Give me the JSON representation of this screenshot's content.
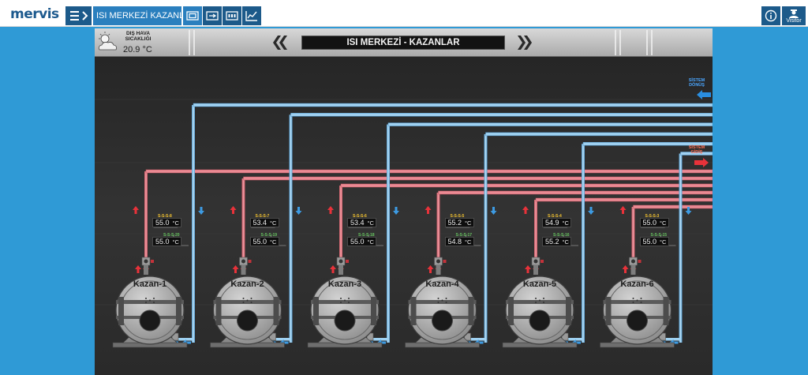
{
  "app": {
    "logo": "mervis",
    "logo_sub": ""
  },
  "toolbar": {
    "title": "ISI MERKEZİ KAZANLAR",
    "visitor_label": "Visitor"
  },
  "weather": {
    "label": "DIŞ HAVA SICAKLIĞI",
    "temp": "20.9 °C"
  },
  "page_title": "ISI MERKEZİ - KAZANLAR",
  "flow": {
    "return_label": "SİSTEM DÖNÜŞ",
    "supply_label": "SİSTEM GİDİŞ"
  },
  "colors": {
    "supply": "#e8707a",
    "return": "#6fb8e6",
    "accent": "#2f9ad6",
    "toolbar": "#1c5a8a"
  },
  "boilers": [
    {
      "name": "Kazan-1",
      "supply_tag": "S-S-S-8",
      "supply_value": "55.0",
      "return_tag": "S-S-S-20",
      "return_value": "55.0",
      "unit": "°C"
    },
    {
      "name": "Kazan-2",
      "supply_tag": "S-S-S-7",
      "supply_value": "53.4",
      "return_tag": "S-S-S-19",
      "return_value": "55.0",
      "unit": "°C"
    },
    {
      "name": "Kazan-3",
      "supply_tag": "S-S-S-6",
      "supply_value": "53.4",
      "return_tag": "S-S-S-18",
      "return_value": "55.0",
      "unit": "°C"
    },
    {
      "name": "Kazan-4",
      "supply_tag": "S-S-S-5",
      "supply_value": "55.2",
      "return_tag": "S-S-S-17",
      "return_value": "54.8",
      "unit": "°C"
    },
    {
      "name": "Kazan-5",
      "supply_tag": "S-S-S-4",
      "supply_value": "54.9",
      "return_tag": "S-S-S-16",
      "return_value": "55.2",
      "unit": "°C"
    },
    {
      "name": "Kazan-6",
      "supply_tag": "S-S-S-3",
      "supply_value": "55.0",
      "return_tag": "S-S-S-15",
      "return_value": "55.0",
      "unit": "°C"
    }
  ],
  "icons": {
    "menu": "hamburger-icon",
    "expand": "chevron-right-icon",
    "tab_1": "fullscreen-icon",
    "tab_2": "window-icon",
    "tab_3": "zoom-100-icon",
    "tab_4": "line-chart-icon",
    "info": "info-icon",
    "visitor": "user-icon",
    "weather": "sun-cloud-icon"
  }
}
